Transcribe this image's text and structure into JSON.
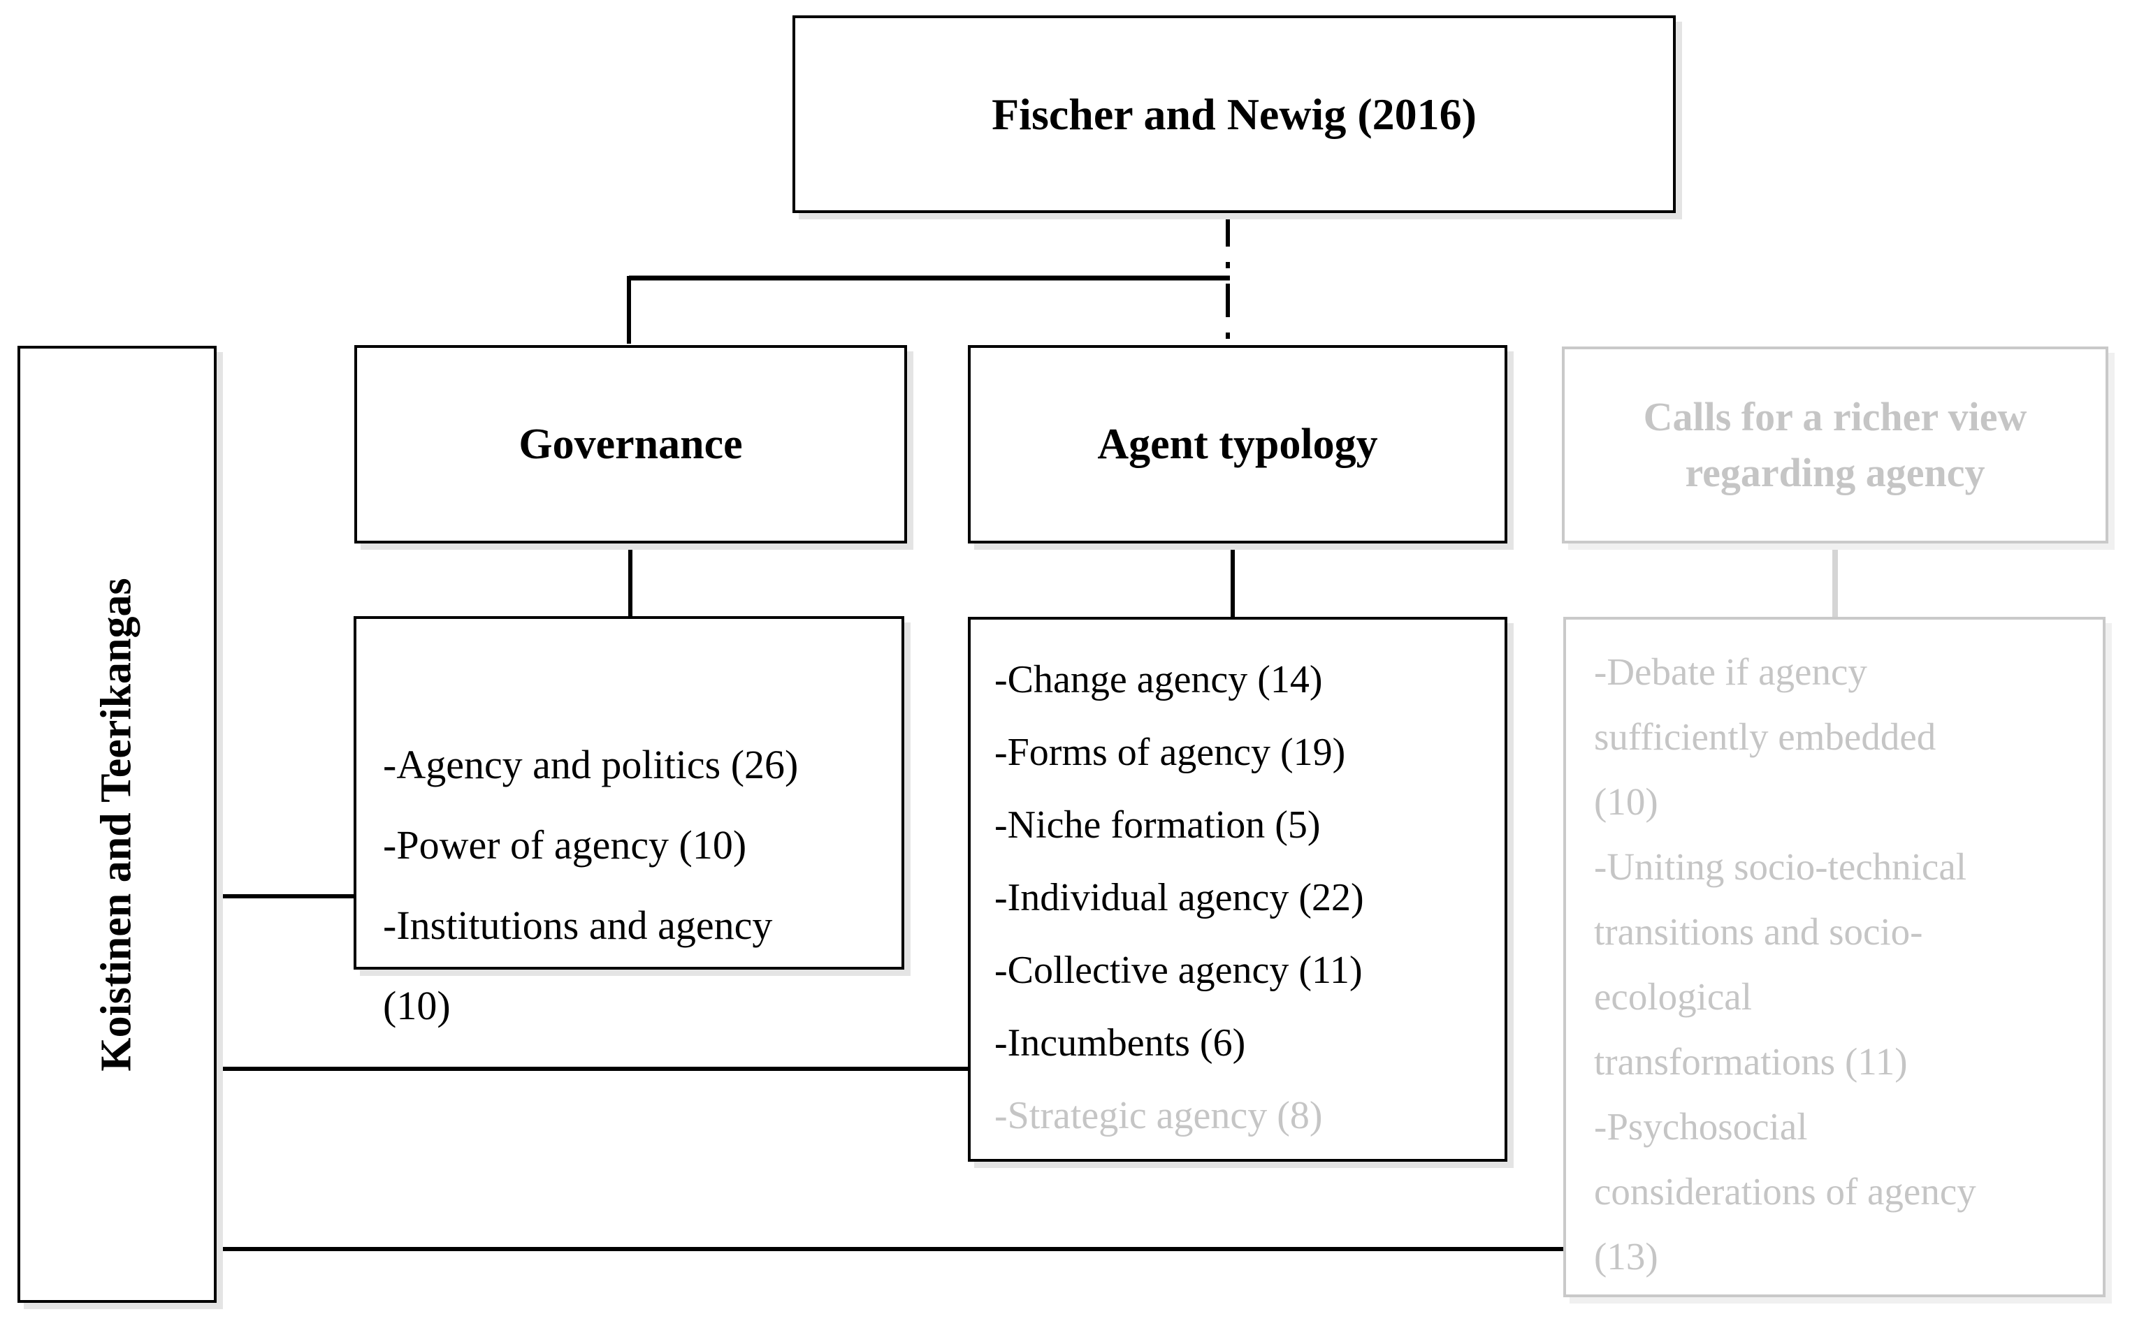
{
  "figure": {
    "type": "taxonomy-flow-diagram",
    "colors": {
      "ink": "#000000",
      "muted_text": "#c5c5c5",
      "muted_border": "#c9c9c9",
      "muted_line": "#d5d5d5"
    }
  },
  "nodes": {
    "fischer": {
      "label": "Fischer and Newig (2016)"
    },
    "koistinen": {
      "label": "Koistinen and Teerikangas"
    },
    "governance": {
      "label": "Governance"
    },
    "agent_typology": {
      "label": "Agent typology"
    },
    "calls": {
      "label": "Calls for a richer view\nregarding agency"
    }
  },
  "details": {
    "governance": {
      "items": "-Agency and politics (26)\n-Power of agency (10)\n-Institutions and agency\n(10)"
    },
    "agent_typology": {
      "items_established": "-Change agency (14)\n-Forms of agency (19)\n-Niche formation (5)\n-Individual agency (22)\n-Collective agency (11)\n-Incumbents (6)",
      "items_emerging": "-Strategic agency (8)"
    },
    "calls": {
      "items": "-Debate if agency\nsufficiently embedded\n(10)\n-Uniting socio-technical\ntransitions and socio-\necological\ntransformations (11)\n-Psychosocial\nconsiderations of agency\n(13)"
    }
  }
}
